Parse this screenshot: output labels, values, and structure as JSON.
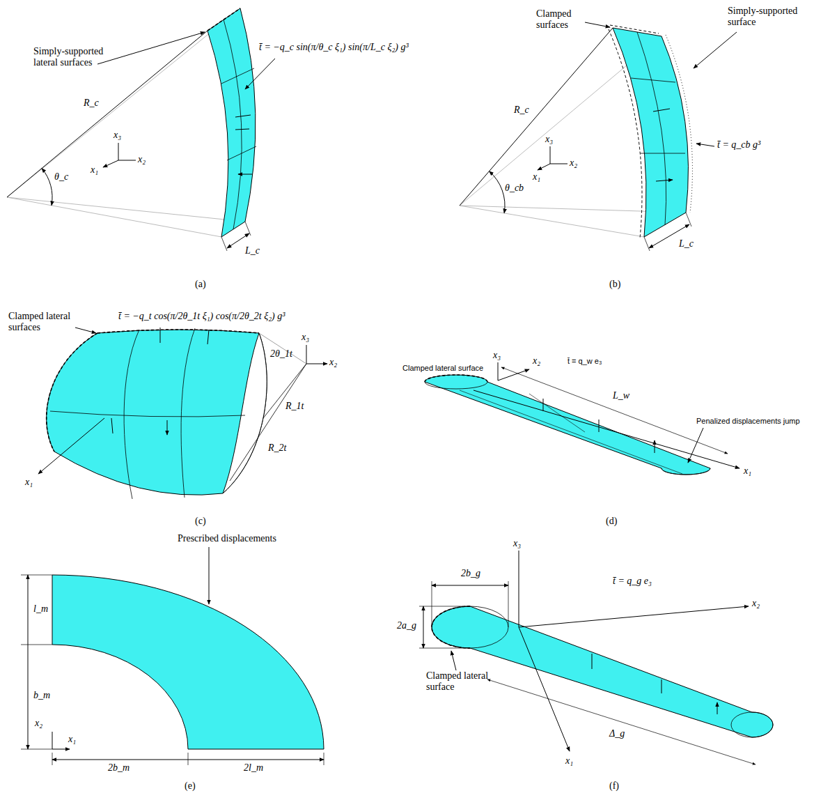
{
  "diagram": {
    "labels": [
      "Simply-supported lateral surfaces",
      "t̄ = −q_c sin(π/θ_c ξ₁) sin(π/L_c ξ₂) g³",
      "R_c",
      "θ_c",
      "x₃",
      "x₁",
      "x₂",
      "L_c",
      "(a)",
      "Clamped surfaces",
      "Simply-supported surface",
      "t̄ = q_cb g³",
      "R_c",
      "θ_cb",
      "x₃",
      "x₁",
      "x₂",
      "L_c",
      "(b)",
      "Clamped lateral surfaces",
      "t̄ = −q_t cos(π/2θ_1t ξ₁) cos(π/2θ_2t ξ₂) g³",
      "x₃",
      "2θ_1t",
      "x₂",
      "R_1t",
      "R_2t",
      "x₁",
      "(c)",
      "Clamped lateral surface",
      "x₃",
      "x₂",
      "t̄ = q_w e₃",
      "L_w",
      "Penalized displacements jump",
      "x₁",
      "(d)",
      "Prescribed displacements",
      "l_m",
      "b_m",
      "x₂",
      "x₁",
      "2b_m",
      "2l_m",
      "(e)",
      "x₃",
      "2b_g",
      "t̄ = q_g e₃",
      "x₂",
      "2a_g",
      "Clamped lateral surface",
      "Δ_g",
      "x₁",
      "(f)"
    ]
  }
}
